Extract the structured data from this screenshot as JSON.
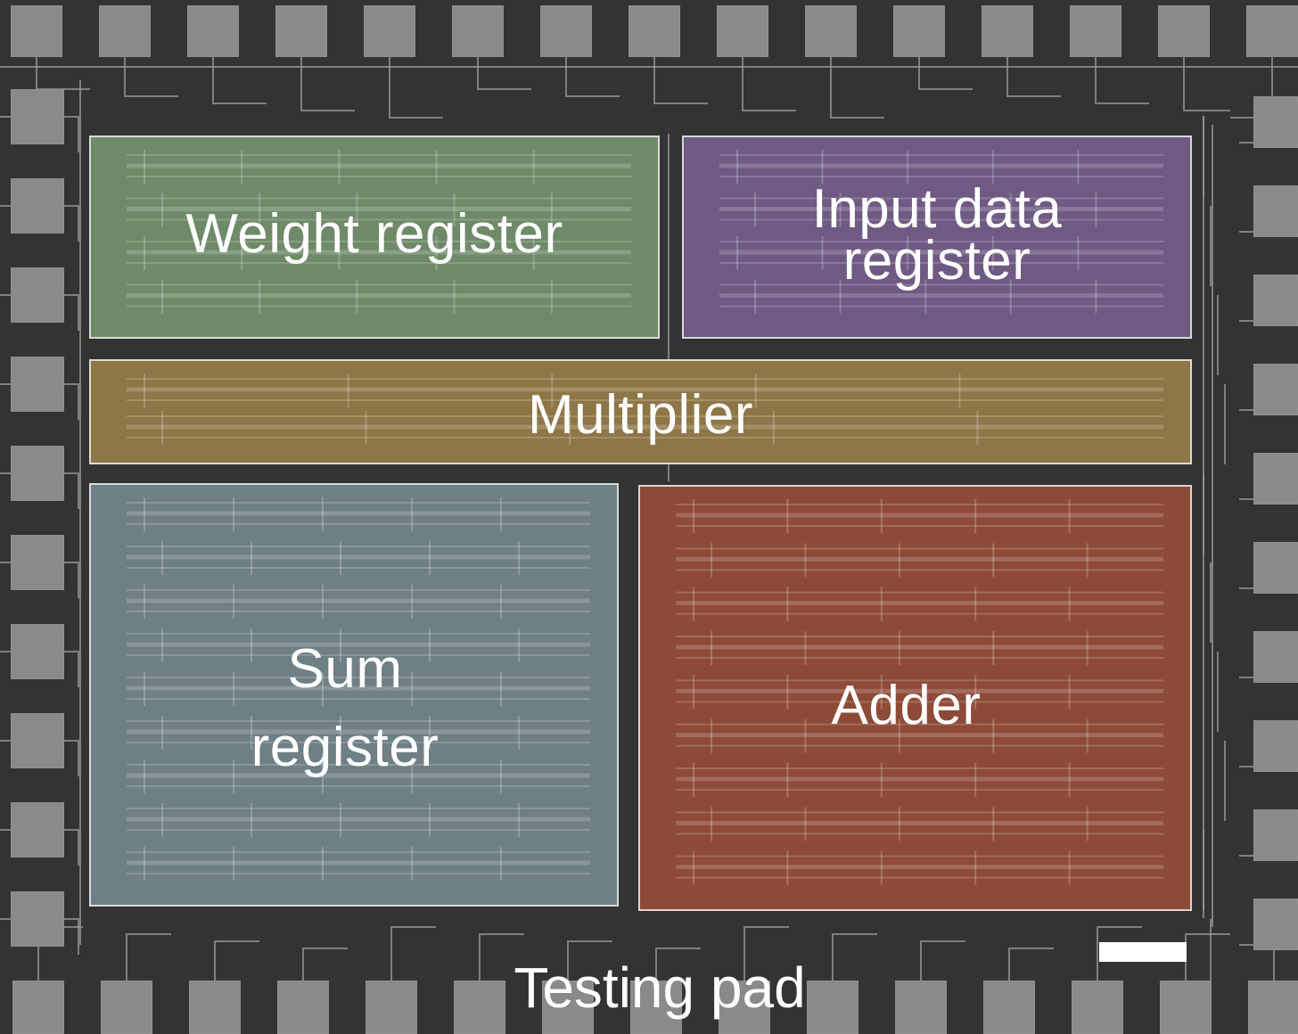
{
  "figure": {
    "type": "annotated chip layout micrograph",
    "background_color": "#333333",
    "pad_color": "#8a8a8a",
    "wire_color": "#9a9a9a"
  },
  "blocks": [
    {
      "id": "weight",
      "label": "Weight register",
      "color": "#6f8a69"
    },
    {
      "id": "input",
      "label": "Input data\nregister",
      "color": "#6e5a83"
    },
    {
      "id": "multiplier",
      "label": "Multiplier",
      "color": "#8e7647"
    },
    {
      "id": "sum",
      "label": "Sum\nregister",
      "color": "#6e7f86"
    },
    {
      "id": "adder",
      "label": "Adder",
      "color": "#8d4a37"
    }
  ],
  "annotations": {
    "testing_pad": "Testing pad",
    "scale_bar": "scale-bar (no label)"
  }
}
